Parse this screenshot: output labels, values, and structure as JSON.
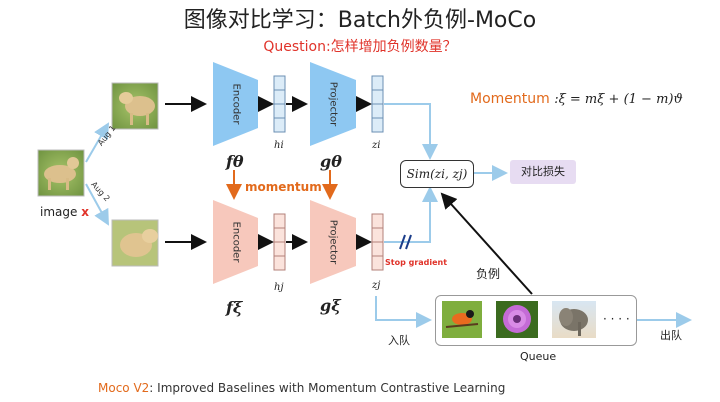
{
  "title": "图像对比学习：Batch外负例-MoCo",
  "question": "Question:怎样增加负例数量？",
  "momentum_eq": {
    "word": "Momentum",
    "formula": ":ξ = mξ + (1 − m)ϑ"
  },
  "image_label": {
    "text": "image ",
    "x": "x"
  },
  "aug1": "Aug 1",
  "aug2": "Aug 2",
  "encoder_label": "Encoder",
  "projector_label": "Projector",
  "symbols": {
    "f_theta": "fθ",
    "h_i": "hi",
    "g_theta": "gθ",
    "z_i": "zi",
    "f_xi": "fξ",
    "h_j": "hj",
    "g_xi": "gξ",
    "z_j": "zj"
  },
  "momentum_label": "momentum",
  "sim": "Sim(zi, zj)",
  "loss": "对比损失",
  "stop_gradient": "Stop gradient",
  "negatives": "负例",
  "queue": {
    "label": "Queue",
    "dots": "· · · ·",
    "in": "入队",
    "out": "出队"
  },
  "footer": {
    "moco": "Moco V2",
    "rest": ":  Improved Baselines with Momentum Contrastive Learning"
  },
  "colors": {
    "blue": "#8ec8f2",
    "pink": "#f7c8bc",
    "orange": "#e26a1c",
    "red": "#e0332a",
    "arrow": "#9ccbea"
  }
}
